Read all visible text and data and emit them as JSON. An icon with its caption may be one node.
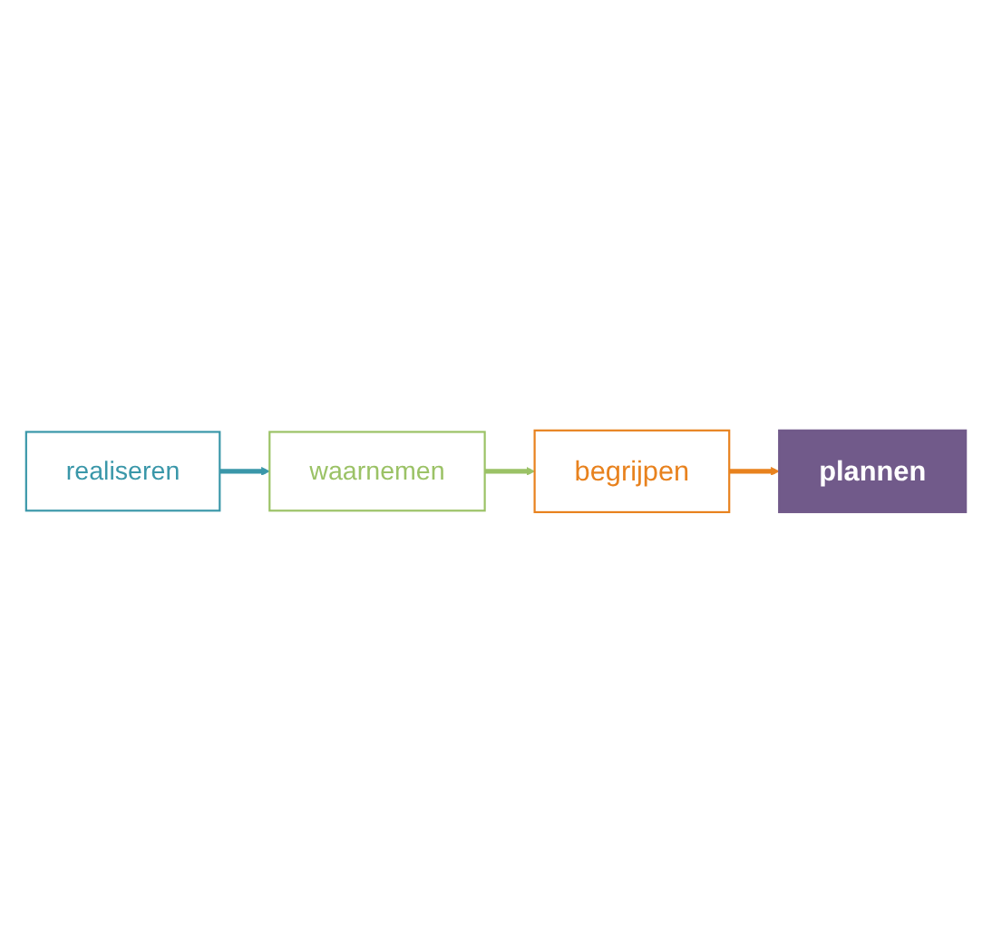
{
  "diagram": {
    "nodes": [
      {
        "text": [
          "realiseren"
        ]
      },
      {
        "text": [
          "waarnemen"
        ]
      },
      {
        "text": [
          "plannen"
        ]
      },
      {
        "text": [
          "begrijpen"
        ]
      }
    ],
    "edges": [
      {
        "from": 0,
        "to": 1,
        "arrow": "to",
        "color": "#3a97a9"
      },
      {
        "from": 1,
        "to": 3,
        "arrow": "to",
        "color": "#9bc266"
      },
      {
        "from": 3,
        "to": 2,
        "arrow": "to",
        "color": "#e8821e"
      }
    ]
  }
}
